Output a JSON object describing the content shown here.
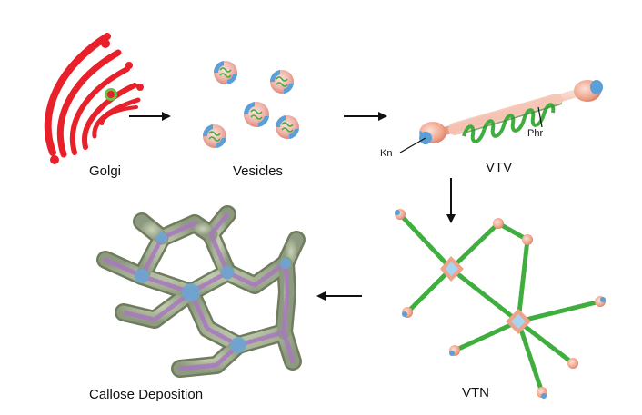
{
  "labels": {
    "golgi": "Golgi",
    "vesicles": "Vesicles",
    "vtv": "VTV",
    "kn": "Kn",
    "phr": "Phr",
    "vtn": "VTN",
    "callose": "Callose Deposition"
  },
  "colors": {
    "golgi": "#e8202a",
    "vesicle_blue": "#5a9fd8",
    "vesicle_pink": "#f2b8b0",
    "phragmoplastin_green": "#3fae3f",
    "tubule_peach": "#efa38a",
    "callose_gray": "#8e9a80",
    "callose_purple": "#a878c0",
    "arrow": "#111111"
  },
  "icons": {
    "golgi": "golgi-stack-icon",
    "vesicle": "vesicle-icon",
    "vtv": "vesicle-tubule-vesicle-icon",
    "vtn": "vesicle-tubular-network-icon",
    "callose": "callose-deposition-icon"
  }
}
